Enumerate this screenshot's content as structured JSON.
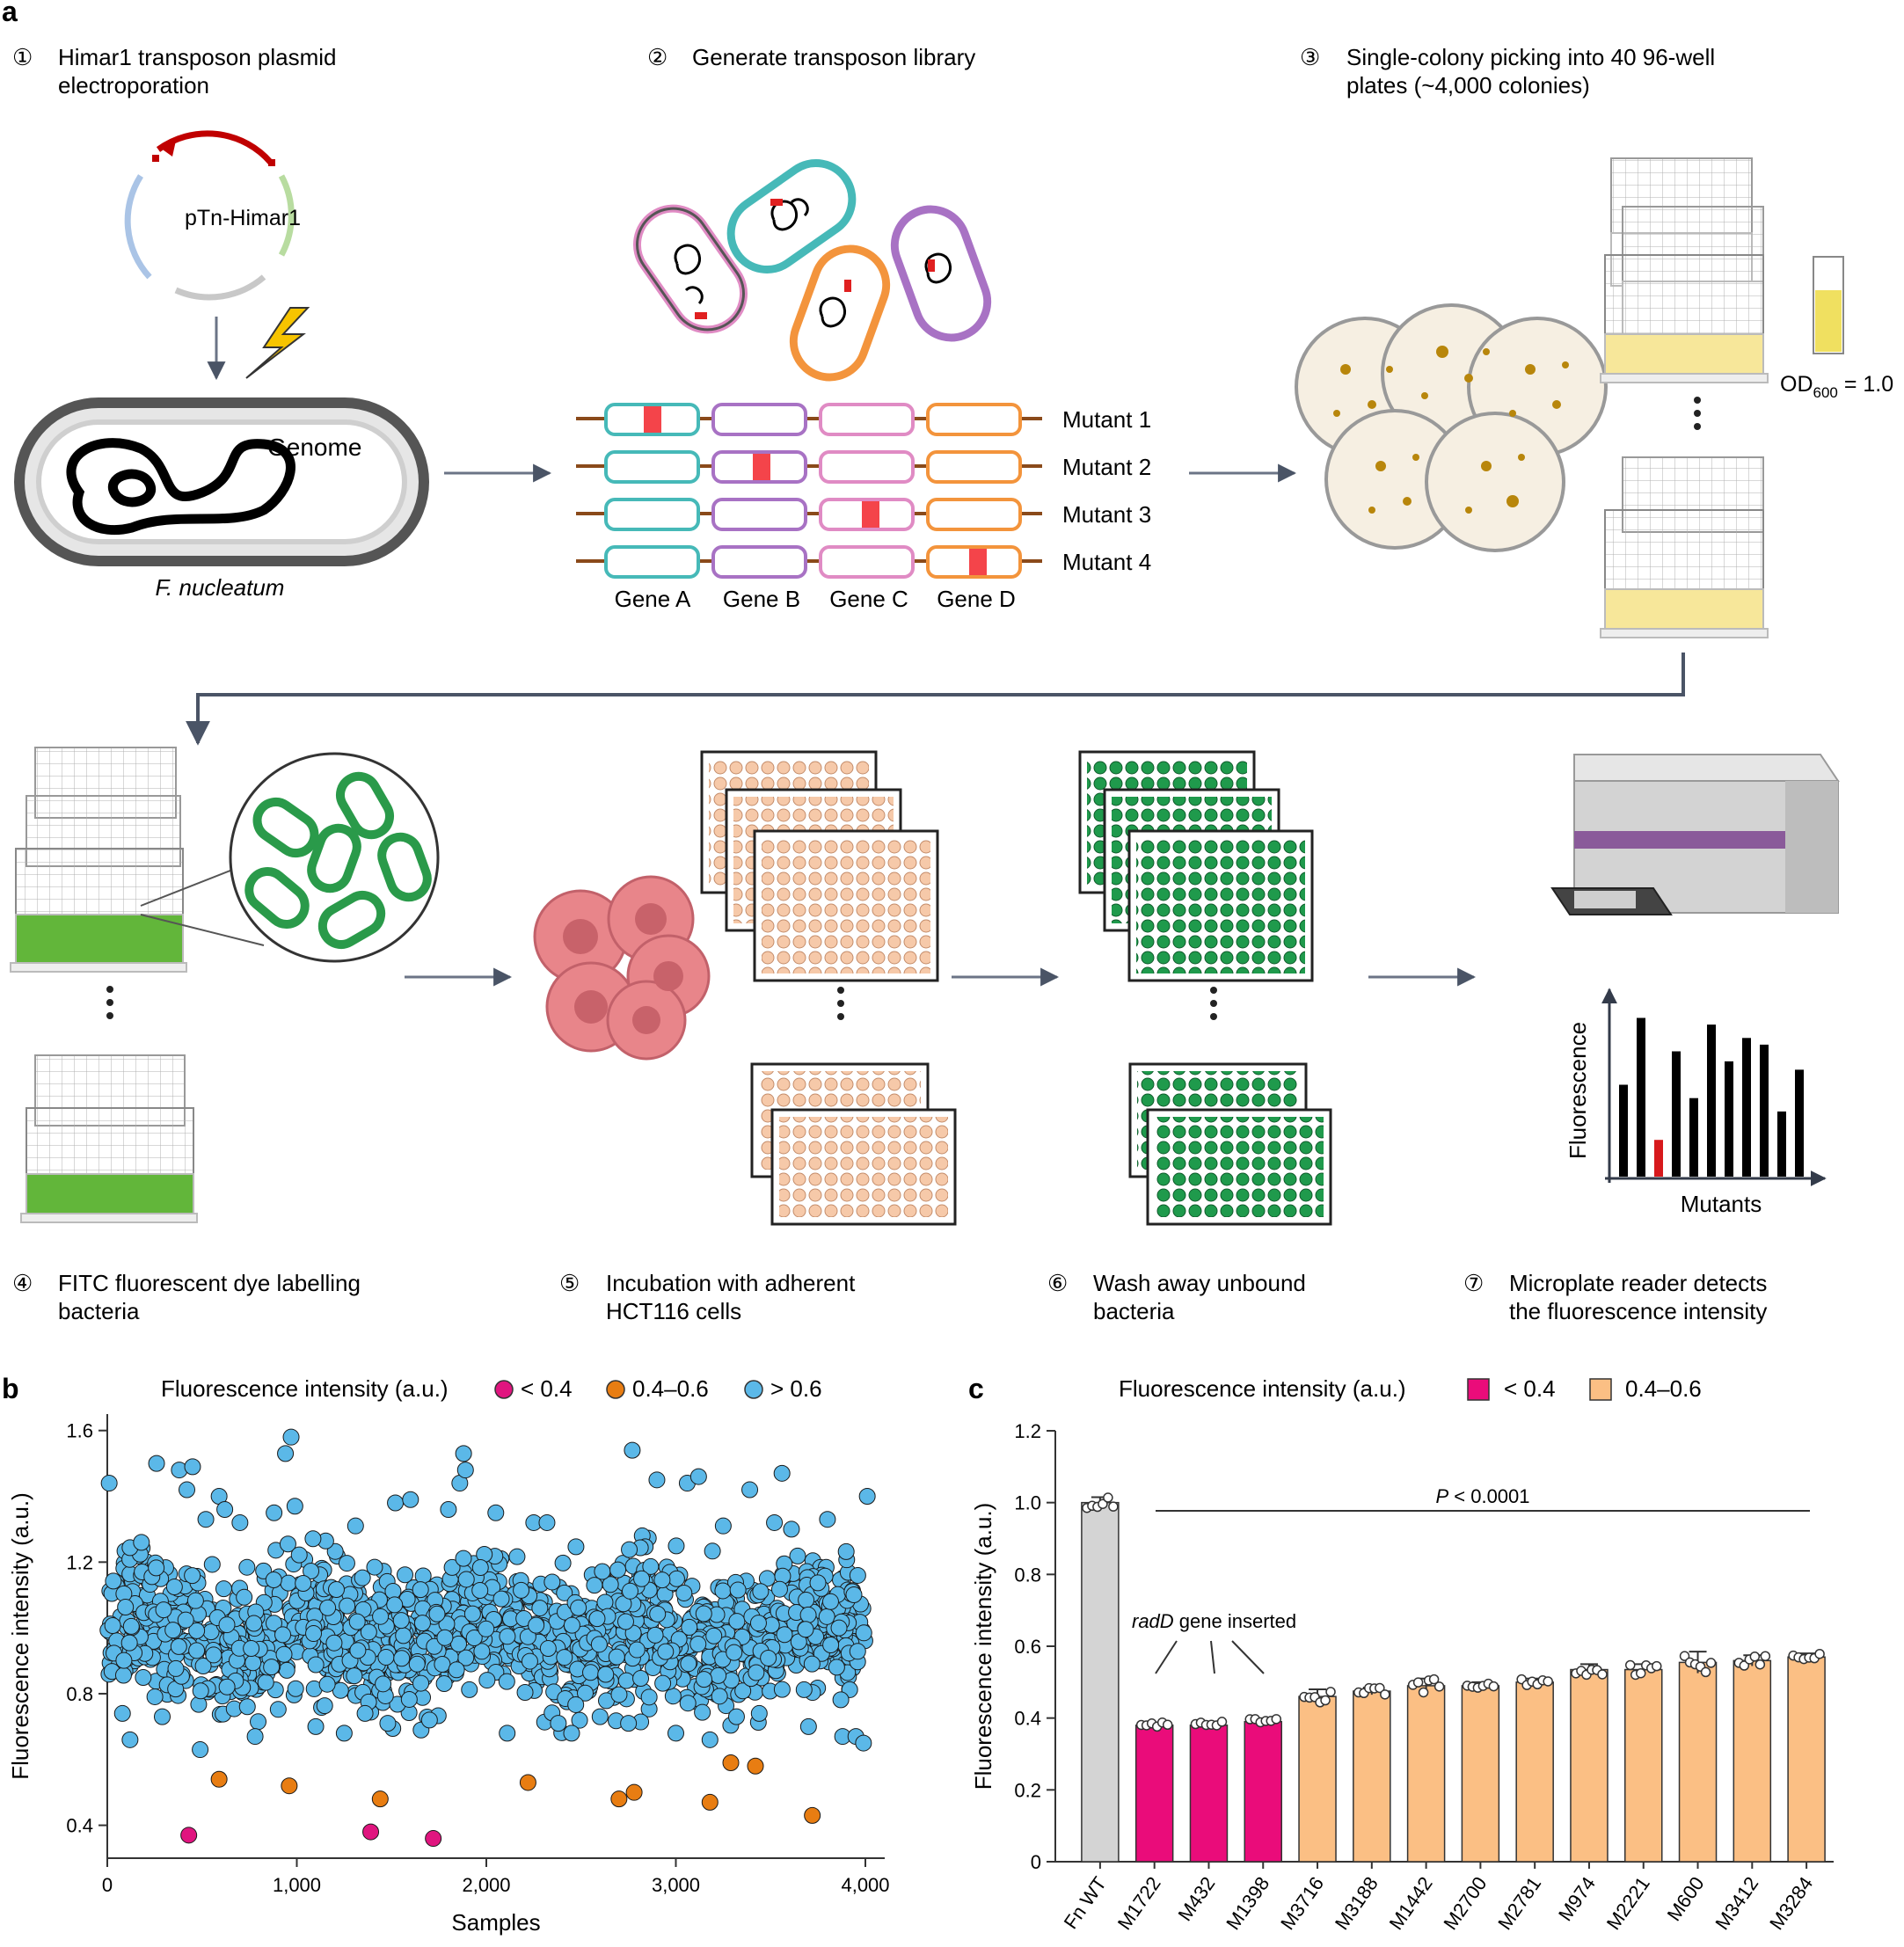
{
  "panel_a": {
    "label": "a",
    "steps": [
      {
        "num": "①",
        "line1": "Himar1 transposon plasmid",
        "line2": "electroporation"
      },
      {
        "num": "②",
        "line1": "Generate transposon library",
        "line2": ""
      },
      {
        "num": "③",
        "line1": "Single-colony picking into 40 96-well",
        "line2": "plates (~4,000 colonies)"
      },
      {
        "num": "④",
        "line1": "FITC fluorescent dye labelling",
        "line2": "bacteria"
      },
      {
        "num": "⑤",
        "line1": "Incubation with adherent",
        "line2": "HCT116 cells"
      },
      {
        "num": "⑥",
        "line1": "Wash away unbound",
        "line2": "bacteria"
      },
      {
        "num": "⑦",
        "line1": "Microplate reader detects",
        "line2": "the fluorescence intensity"
      }
    ],
    "plasmid_label": "pTn-Himar1",
    "genome_label": "Genome",
    "organism_label": "F. nucleatum",
    "mutants": [
      "Mutant 1",
      "Mutant 2",
      "Mutant 3",
      "Mutant 4"
    ],
    "genes": [
      "Gene A",
      "Gene B",
      "Gene C",
      "Gene D"
    ],
    "od_label_prefix": "OD",
    "od_label_sub": "600",
    "od_label_suffix": " = 1.0",
    "mini_chart": {
      "ylabel": "Fluorescence",
      "xlabel": "Mutants",
      "values": [
        0.55,
        0.95,
        0.22,
        0.75,
        0.47,
        0.91,
        0.69,
        0.83,
        0.79,
        0.39,
        0.64
      ],
      "highlight_index": 2,
      "colors": {
        "normal": "#000000",
        "highlight": "#d7191c"
      }
    }
  },
  "panel_b": {
    "label": "b",
    "legend_title": "Fluorescence intensity (a.u.)",
    "legend_items": [
      {
        "label": "< 0.4",
        "color": "#e0157f"
      },
      {
        "label": "0.4–0.6",
        "color": "#e87d12"
      },
      {
        "label": "> 0.6",
        "color": "#5bb8e8"
      }
    ]
  },
  "panel_c": {
    "label": "c",
    "legend_title": "Fluorescence intensity (a.u.)",
    "legend_items": [
      {
        "label": "< 0.4",
        "color": "#ea0c7a"
      },
      {
        "label": "0.4–0.6",
        "color": "#fbbf84"
      }
    ],
    "pvalue_italic": "P",
    "pvalue_rest": " < 0.0001",
    "annotation_italic": "radD",
    "annotation_rest": " gene inserted"
  },
  "chart_data": [
    {
      "type": "scatter",
      "title": "",
      "xlabel": "Samples",
      "ylabel": "Fluorescence intensity (a.u.)",
      "xlim": [
        0,
        4000
      ],
      "ylim": [
        0.3,
        1.65
      ],
      "xticks": [
        0,
        1000,
        2000,
        3000,
        4000
      ],
      "xtick_labels": [
        "0",
        "1,000",
        "2,000",
        "3,000",
        "4,000"
      ],
      "yticks": [
        0.4,
        0.8,
        1.2,
        1.6
      ],
      "bulk_distribution": {
        "n": 4000,
        "center": 0.98,
        "spread": 0.1,
        "note": "dense band of points > 0.6"
      },
      "series": [
        {
          "name": "< 0.4",
          "color": "#e0157f",
          "points": [
            [
              430,
              0.37
            ],
            [
              1390,
              0.38
            ],
            [
              1720,
              0.36
            ]
          ]
        },
        {
          "name": "0.4–0.6",
          "color": "#e87d12",
          "points": [
            [
              590,
              0.54
            ],
            [
              960,
              0.52
            ],
            [
              1440,
              0.48
            ],
            [
              2220,
              0.53
            ],
            [
              2700,
              0.48
            ],
            [
              2780,
              0.5
            ],
            [
              3180,
              0.47
            ],
            [
              3290,
              0.59
            ],
            [
              3420,
              0.58
            ],
            [
              3720,
              0.43
            ]
          ]
        },
        {
          "name": "> 0.6",
          "color": "#5bb8e8",
          "points": [
            [
              10,
              1.44
            ],
            [
              80,
              0.74
            ],
            [
              120,
              0.66
            ],
            [
              180,
              1.26
            ],
            [
              260,
              1.5
            ],
            [
              290,
              0.73
            ],
            [
              380,
              1.48
            ],
            [
              420,
              1.42
            ],
            [
              450,
              1.49
            ],
            [
              490,
              0.63
            ],
            [
              520,
              1.33
            ],
            [
              590,
              1.4
            ],
            [
              620,
              1.36
            ],
            [
              700,
              1.32
            ],
            [
              780,
              0.67
            ],
            [
              880,
              1.35
            ],
            [
              940,
              1.53
            ],
            [
              970,
              1.58
            ],
            [
              990,
              1.37
            ],
            [
              1100,
              0.7
            ],
            [
              1250,
              0.68
            ],
            [
              1310,
              1.31
            ],
            [
              1360,
              0.74
            ],
            [
              1480,
              0.71
            ],
            [
              1520,
              1.38
            ],
            [
              1600,
              1.39
            ],
            [
              1700,
              0.72
            ],
            [
              1800,
              1.36
            ],
            [
              1860,
              1.44
            ],
            [
              1880,
              1.53
            ],
            [
              1890,
              1.48
            ],
            [
              2050,
              1.35
            ],
            [
              2110,
              0.68
            ],
            [
              2250,
              1.32
            ],
            [
              2320,
              1.32
            ],
            [
              2380,
              0.71
            ],
            [
              2450,
              0.68
            ],
            [
              2600,
              0.73
            ],
            [
              2750,
              0.71
            ],
            [
              2770,
              1.54
            ],
            [
              2900,
              1.45
            ],
            [
              3000,
              0.68
            ],
            [
              3060,
              1.44
            ],
            [
              3120,
              1.46
            ],
            [
              3180,
              0.66
            ],
            [
              3250,
              1.31
            ],
            [
              3320,
              0.73
            ],
            [
              3390,
              1.42
            ],
            [
              3440,
              0.74
            ],
            [
              3520,
              1.32
            ],
            [
              3560,
              1.47
            ],
            [
              3610,
              1.3
            ],
            [
              3700,
              0.7
            ],
            [
              3800,
              1.33
            ],
            [
              3880,
              0.67
            ],
            [
              3950,
              0.67
            ],
            [
              3990,
              0.65
            ],
            [
              4010,
              1.4
            ]
          ]
        }
      ]
    },
    {
      "type": "bar",
      "title": "",
      "xlabel": "",
      "ylabel": "Fluorescence intensity (a.u.)",
      "ylim": [
        0,
        1.2
      ],
      "yticks": [
        0,
        0.2,
        0.4,
        0.6,
        0.8,
        1.0,
        1.2
      ],
      "ytick_labels": [
        "0",
        "0.2",
        "0.4",
        "0.6",
        "0.8",
        "1.0",
        "1.2"
      ],
      "categories": [
        "Fn WT",
        "M1722",
        "M432",
        "M1398",
        "M3716",
        "M3188",
        "M1442",
        "M2700",
        "M2781",
        "M974",
        "M2221",
        "M600",
        "M3412",
        "M3284"
      ],
      "values": [
        1.0,
        0.38,
        0.38,
        0.39,
        0.46,
        0.475,
        0.49,
        0.49,
        0.5,
        0.535,
        0.535,
        0.555,
        0.56,
        0.57
      ],
      "errors": [
        0.015,
        0.008,
        0.01,
        0.008,
        0.02,
        0.01,
        0.02,
        0.01,
        0.01,
        0.015,
        0.015,
        0.03,
        0.015,
        0.01
      ],
      "colors": [
        "#d4d4d4",
        "#ea0c7a",
        "#ea0c7a",
        "#ea0c7a",
        "#fbbf84",
        "#fbbf84",
        "#fbbf84",
        "#fbbf84",
        "#fbbf84",
        "#fbbf84",
        "#fbbf84",
        "#fbbf84",
        "#fbbf84",
        "#fbbf84"
      ]
    }
  ]
}
